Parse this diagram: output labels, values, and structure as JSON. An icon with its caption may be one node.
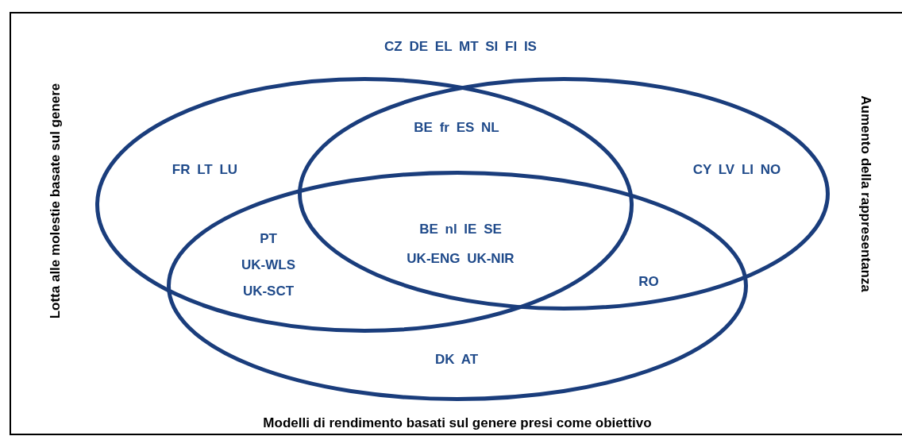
{
  "diagram": {
    "nodes": [
      {
        "text": [
          "Lotta alle molestie basate sul genere"
        ]
      },
      {
        "text": [
          "Aumento della rappresentanza"
        ]
      },
      {
        "text": [
          "Modelli di rendimento basati sul genere presi come obiettivo"
        ]
      }
    ],
    "labels": [
      "CZ DE EL MT SI FI IS",
      "BE fr ES NL",
      "FR LT LU",
      "CY LV LI NO",
      "BE nl IE SE UK-ENG UK-NIR",
      "PT UK-WLS UK-SCT",
      "RO",
      "DK AT"
    ]
  }
}
